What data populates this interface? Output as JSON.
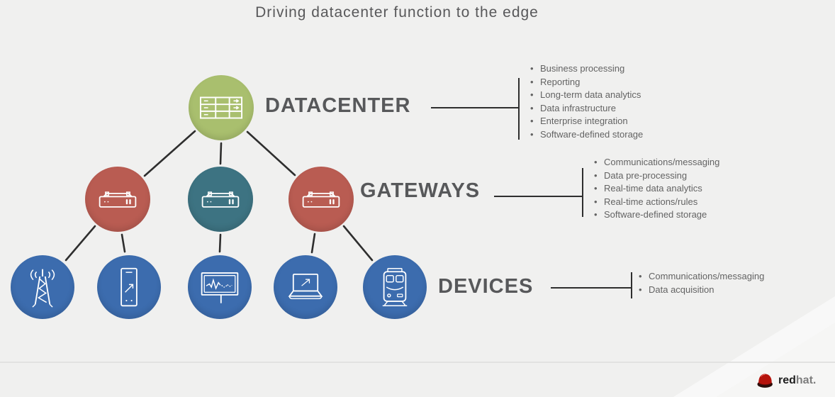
{
  "title": "Driving datacenter function to the edge",
  "palette": {
    "background": "#f0f0ef",
    "datacenter_green": "#a9bf6e",
    "gateway_red": "#b95c52",
    "gateway_teal": "#3d7382",
    "device_blue": "#3c6cae",
    "connector_line": "#2e2e2e",
    "label_text": "#57585a",
    "body_text": "#636363"
  },
  "tiers": [
    {
      "id": "datacenter",
      "label": "DATACENTER",
      "node_color": "#a9bf6e",
      "icon": "server-rack-icon",
      "functions": [
        "Business processing",
        "Reporting",
        "Long-term data analytics",
        "Data infrastructure",
        "Enterprise integration",
        "Software-defined storage"
      ]
    },
    {
      "id": "gateways",
      "label": "GATEWAYS",
      "node_colors": [
        "#b95c52",
        "#3d7382",
        "#b95c52"
      ],
      "icon": "gateway-appliance-icon",
      "functions": [
        "Communications/messaging",
        "Data pre-processing",
        "Real-time data analytics",
        "Real-time actions/rules",
        "Software-defined storage"
      ]
    },
    {
      "id": "devices",
      "label": "DEVICES",
      "node_color": "#3c6cae",
      "icons": [
        "cell-tower-icon",
        "smartphone-icon",
        "patient-monitor-icon",
        "laptop-icon",
        "train-icon"
      ],
      "functions": [
        "Communications/messaging",
        "Data acquisition"
      ]
    }
  ],
  "footer": {
    "logo_red": "red",
    "logo_hat": "hat."
  }
}
